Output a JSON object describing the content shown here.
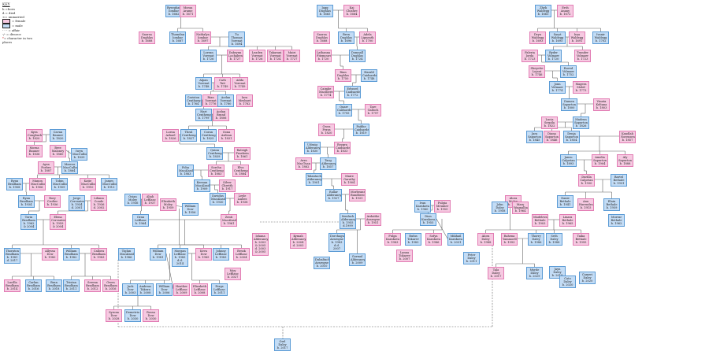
{
  "key": {
    "title": "KEY",
    "born": "b.=born",
    "died": "d.= died",
    "unmarried": "≈= unmarried",
    "female": "= female",
    "male": "= male",
    "affair": "- - - = affair",
    "divorce": "-/- = divorce",
    "two_places": "= character in two places",
    "female_color": "#f6c9e1",
    "male_color": "#c3dcf5"
  },
  "people": [
    {
      "id": "bysegham",
      "name": "Bysegham\nIombar",
      "dates": "b. 1662",
      "sex": "m"
    },
    {
      "id": "moraa",
      "name": "Moraa\nArame",
      "dates": "b. 1671",
      "sex": "f"
    },
    {
      "id": "saorsa",
      "name": "Saorsa\nDughlas",
      "dates": "b. 1688",
      "sex": "f"
    },
    {
      "id": "thomdan",
      "name": "Thomdan\nIombar",
      "dates": "b. 1687",
      "sex": "m"
    },
    {
      "id": "nathalya",
      "name": "Nathalya\nIombar",
      "dates": "b. 1697",
      "sex": "f"
    },
    {
      "id": "tuthomas",
      "name": "Tu Thomas\nVorenat",
      "dates": "b. 1694",
      "sex": "m"
    },
    {
      "id": "lorran",
      "name": "Lorran\nVorenat",
      "dates": "b. 1726",
      "sex": "m"
    },
    {
      "id": "dabrynn",
      "name": "Dabrynn\nLochaben",
      "dates": "b. 1727",
      "sex": "f"
    },
    {
      "id": "leaden",
      "name": "Leaden\nVorenat",
      "dates": "b. 1726",
      "sex": "f"
    },
    {
      "id": "takarani",
      "name": "Takarani\nVorenat",
      "dates": "b. 1724",
      "sex": "f"
    },
    {
      "id": "mairi",
      "name": "Mairi\nVorenat",
      "dates": "b. 1727",
      "sex": "f"
    },
    {
      "id": "alpan",
      "name": "Alpan\nVorenat",
      "dates": "b. 1748",
      "sex": "m"
    },
    {
      "id": "cath",
      "name": "Cath\nTait",
      "dates": "b. 1749",
      "sex": "f"
    },
    {
      "id": "ailda",
      "name": "Ailda\nVorenat",
      "dates": "b. 1749",
      "sex": "f"
    },
    {
      "id": "cariston",
      "name": "Cariston\nCenthaeg",
      "dates": "b. 1764",
      "sex": "m"
    },
    {
      "id": "rian",
      "name": "Rian\nVorenat",
      "dates": "b. 1776",
      "sex": "f"
    },
    {
      "id": "aodan",
      "name": "Aodan\nVorenat",
      "dates": "b. 1780",
      "sex": "m"
    },
    {
      "id": "iara",
      "name": "Iara\nMeshnet",
      "dates": "b. 1782",
      "sex": "f"
    },
    {
      "id": "hart",
      "name": "Hart\nCentheng",
      "dates": "b. 1799",
      "sex": "m"
    },
    {
      "id": "aodan2",
      "name": "Aodan\nBrand",
      "dates": "b. 1806",
      "sex": "f"
    },
    {
      "id": "lorna",
      "name": "Lorna\nArbael",
      "dates": "b. 1826",
      "sex": "f"
    },
    {
      "id": "thral",
      "name": "Thral\nCentheng",
      "dates": "b. 1827",
      "sex": "m"
    },
    {
      "id": "coran",
      "name": "Coran\nCentheng",
      "dates": "b. 1825",
      "sex": "m"
    },
    {
      "id": "oona",
      "name": "Oona\nAirlean",
      "dates": "b. 1831",
      "sex": "f"
    },
    {
      "id": "quinn",
      "name": "Quinn\nCentheng",
      "dates": "b. 1839",
      "sex": "m"
    },
    {
      "id": "raleigh",
      "name": "Raleigh\nFraebein",
      "dates": "b. 1861",
      "sex": "f"
    },
    {
      "id": "fohn",
      "name": "Fohn\nMacAlasdair",
      "dates": "b. 1883",
      "sex": "m"
    },
    {
      "id": "sorcha",
      "name": "Sorcha\nCentheng",
      "dates": "b. 1883",
      "sex": "f"
    },
    {
      "id": "elva",
      "name": "Elva\nCentheng",
      "dates": "b. 1884",
      "sex": "f"
    },
    {
      "id": "keenan",
      "name": "Keenan\nMacAlasdair",
      "dates": "b. 1909",
      "sex": "m"
    },
    {
      "id": "silver",
      "name": "Silver\nChretth",
      "dates": "b. 1917",
      "sex": "f"
    },
    {
      "id": "davidus",
      "name": "Davidus\nMacAlasdair",
      "dates": "b. 1930",
      "sex": "m"
    },
    {
      "id": "leyle",
      "name": "Leyle\nLiabes",
      "dates": "b. 1938",
      "sex": "f"
    },
    {
      "id": "zenti",
      "name": "Zenti\nMacAlasdair",
      "dates": "b. 1961",
      "sex": "f"
    },
    {
      "id": "william1",
      "name": "William\nDow",
      "dates": "b. 1956",
      "sex": "m"
    },
    {
      "id": "elizabeth1",
      "name": "Elizabeth\nMoley",
      "dates": "b. 1959",
      "sex": "f"
    },
    {
      "id": "osian",
      "name": "Osian\nMoley",
      "dates": "b. 1936",
      "sex": "m"
    },
    {
      "id": "aliah",
      "name": "Aliah\nLeBlanc",
      "dates": "b. 1937",
      "sex": "f"
    },
    {
      "id": "oran",
      "name": "Oran\nLeBlanc",
      "dates": "b. 1964",
      "sex": "m"
    },
    {
      "id": "jagg",
      "name": "Jagg\nDughlas",
      "dates": "b. 1665",
      "sex": "m"
    },
    {
      "id": "kaj",
      "name": "Kaj\nChishre",
      "dates": "b. 1664",
      "sex": "f"
    },
    {
      "id": "saorsa2",
      "name": "Saorsa\nDughlas",
      "dates": "b. 1688",
      "sex": "f"
    },
    {
      "id": "bren",
      "name": "Bren\nDughlas",
      "dates": "b. 1696",
      "sex": "m"
    },
    {
      "id": "adela",
      "name": "Adela\nLipneath",
      "dates": "b. 1700",
      "sex": "f"
    },
    {
      "id": "lathanna",
      "name": "Lathanna\nFitzmourdan",
      "dates": "b. 1720",
      "sex": "f"
    },
    {
      "id": "domnall",
      "name": "Domnall\nDughlas",
      "dates": "b. 1724",
      "sex": "m"
    },
    {
      "id": "rian2",
      "name": "Rian\nDughlas",
      "dates": "b. 1750",
      "sex": "f"
    },
    {
      "id": "harald",
      "name": "Harald\nCaidsardean",
      "dates": "b. 1748",
      "sex": "m"
    },
    {
      "id": "caimbe",
      "name": "Caimbe\nMacIllerera",
      "dates": "b. 1774",
      "sex": "f"
    },
    {
      "id": "edward",
      "name": "Edward\nCaidsardean",
      "dates": "b. 1772",
      "sex": "m"
    },
    {
      "id": "quarr",
      "name": "Quarr\nCaidsardean",
      "dates": "b. 1795",
      "sex": "m"
    },
    {
      "id": "tare",
      "name": "Tare\nGalloch",
      "dates": "b. 1797",
      "sex": "f"
    },
    {
      "id": "cwea",
      "name": "Cwea\nFeras",
      "dates": "b. 1820",
      "sex": "f"
    },
    {
      "id": "faibhe",
      "name": "Faibhe\nCaidsardean",
      "dates": "b. 1819",
      "sex": "m"
    },
    {
      "id": "udraig",
      "name": "Udraig\nAlderaney",
      "dates": "b. 1830",
      "sex": "m"
    },
    {
      "id": "rezgra",
      "name": "Rezgra\nCaidsardean",
      "dates": "b. 1833",
      "sex": "f"
    },
    {
      "id": "avra",
      "name": "Avra\nMacTuan",
      "dates": "b. 1882",
      "sex": "f"
    },
    {
      "id": "taog",
      "name": "Taog\nAlderaney",
      "dates": "b. 1857",
      "sex": "m"
    },
    {
      "id": "talantach",
      "name": "Talantach\nAlderaney",
      "dates": "b. 1901",
      "sex": "m"
    },
    {
      "id": "maire",
      "name": "Maire\nGarathy",
      "dates": "b. 1904",
      "sex": "f"
    },
    {
      "id": "eallar",
      "name": "Eallar\nAlderaney",
      "dates": "b. 1927",
      "sex": "m"
    },
    {
      "id": "morbeann",
      "name": "Morbeann\nBundbeech",
      "dates": "b. 1931",
      "sex": "f"
    },
    {
      "id": "ivan",
      "name": "Ivan\nKarakova",
      "dates": "b. 1960",
      "sex": "m"
    },
    {
      "id": "fulgia",
      "name": "Fulgia\nMeunier",
      "dates": "b. 1955",
      "sex": "f"
    },
    {
      "id": "semlach",
      "name": "Semlach\nAlderaney",
      "dates": "b. 1955\nd.1999",
      "sex": "m"
    },
    {
      "id": "ardaithe",
      "name": "Ardaithe\nAvarnyne",
      "dates": "b. 1951",
      "sex": "f"
    },
    {
      "id": "dion",
      "name": "Dion\nKarakova",
      "dates": "b. 1955",
      "sex": "m"
    },
    {
      "id": "izhana",
      "name": "Izhana\nAlderaney",
      "dates": "b. 2003 & 2005\nd. 2003 & 2005",
      "sex": "f"
    },
    {
      "id": "kymah",
      "name": "Kymah\nAlderaney",
      "dates": "b. 2004\nd. 2003",
      "sex": "f"
    },
    {
      "id": "dorchague",
      "name": "Dorchague\nAvarnyne",
      "dates": "b. 1983\nd.d. 2007",
      "sex": "m"
    },
    {
      "id": "dubaltach",
      "name": "Dubaltach\nAvarnyne",
      "dates": "b. 2010",
      "sex": "m"
    },
    {
      "id": "gormal",
      "name": "Gormal\nAlderaney",
      "dates": "b. 2009",
      "sex": "m"
    },
    {
      "id": "fulga",
      "name": "Fulga\nKarakova",
      "dates": "b. 1983",
      "sex": "f"
    },
    {
      "id": "rufus",
      "name": "Rufus\nTokarev",
      "dates": "b. 1983",
      "sex": "m"
    },
    {
      "id": "lanna",
      "name": "Lanna\nTokarev",
      "dates": "b. 2007",
      "sex": "f"
    },
    {
      "id": "sofya",
      "name": "Sofya\nKarakova",
      "dates": "b. 1986",
      "sex": "f"
    },
    {
      "id": "mikhail",
      "name": "Mikhail\nKarakova",
      "dates": "b. 2031",
      "sex": "m"
    },
    {
      "id": "zhyk",
      "name": "Zhyk\nWaldegg",
      "dates": "b. 1663",
      "sex": "m"
    },
    {
      "id": "ersh",
      "name": "Ersh\nAnany",
      "dates": "b. 1672",
      "sex": "f"
    },
    {
      "id": "dryn",
      "name": "Dryn\nWaldegg",
      "dates": "b. 1693",
      "sex": "f"
    },
    {
      "id": "saryt",
      "name": "Saryt\nWaldegg",
      "dates": "b. 1695",
      "sex": "m"
    },
    {
      "id": "irya",
      "name": "Irya\nWaldegg",
      "dates": "b. 1691",
      "sex": "f"
    },
    {
      "id": "ivanir",
      "name": "Ivanir\nWaldegg",
      "dates": "b. 1702",
      "sex": "m"
    },
    {
      "id": "faleria",
      "name": "Faleria\nJorda",
      "dates": "b. 1723",
      "sex": "f"
    },
    {
      "id": "ryder",
      "name": "Ryder\nVolmaer",
      "dates": "b. 1720",
      "sex": "m"
    },
    {
      "id": "trander",
      "name": "Trander\nVolmaer",
      "dates": "b. 1723",
      "sex": "f"
    },
    {
      "id": "sheyette",
      "name": "Sheyette\nLojeat",
      "dates": "b. 1746",
      "sex": "f"
    },
    {
      "id": "raved",
      "name": "Raved\nVolmaer",
      "dates": "b. 1752",
      "sex": "m"
    },
    {
      "id": "jonn",
      "name": "Jonn\nVolmaer",
      "dates": "b. 1774",
      "sex": "m"
    },
    {
      "id": "magera",
      "name": "Magera\nMobil",
      "dates": "b. 1773",
      "sex": "f"
    },
    {
      "id": "damen",
      "name": "Damen\nSapurton",
      "dates": "b. 1800",
      "sex": "m"
    },
    {
      "id": "vinnta",
      "name": "Vinnta\nKeltana",
      "dates": "b. 1803",
      "sex": "f"
    },
    {
      "id": "lucia",
      "name": "Lucia\nSerpila",
      "dates": "b. 1822",
      "sex": "f"
    },
    {
      "id": "madrun",
      "name": "Madrun\nSapurton",
      "dates": "b. 1826",
      "sex": "m"
    },
    {
      "id": "jara",
      "name": "Jara\nSapurton",
      "dates": "b. 1845",
      "sex": "m"
    },
    {
      "id": "diana",
      "name": "Diana\nSapurton",
      "dates": "b. 1846",
      "sex": "f"
    },
    {
      "id": "denja",
      "name": "Denja\nSapurton",
      "dates": "b. 1854",
      "sex": "m"
    },
    {
      "id": "kandlah",
      "name": "Kandlah\nNorensen",
      "dates": "b. 1857",
      "sex": "f"
    },
    {
      "id": "jansu",
      "name": "Jansu\nCalpetan",
      "dates": "b. 1893",
      "sex": "m"
    },
    {
      "id": "amelia",
      "name": "Amelia\nSapurton",
      "dates": "b. 1904",
      "sex": "f"
    },
    {
      "id": "aly",
      "name": "Aly\nSapurton",
      "dates": "b. 1888",
      "sex": "f"
    },
    {
      "id": "durilla",
      "name": "Durilla\nCalpetan",
      "dates": "b. 1930",
      "sex": "f"
    },
    {
      "id": "bartel",
      "name": "Bartel\nBethale",
      "dates": "b. 1931",
      "sex": "m"
    },
    {
      "id": "alora",
      "name": "Alora\nMolan",
      "dates": "b. 1961",
      "sex": "f"
    },
    {
      "id": "danie",
      "name": "Danie\nBethale",
      "dates": "b. 1941",
      "sex": "m"
    },
    {
      "id": "john",
      "name": "John\nDaley",
      "dates": "b. 1958",
      "sex": "m"
    },
    {
      "id": "mary",
      "name": "Mary\nWagnalha",
      "dates": "b. 1964",
      "sex": "f"
    },
    {
      "id": "ana",
      "name": "Ana\nHarendra",
      "dates": "b. 1915",
      "sex": "f"
    },
    {
      "id": "elain",
      "name": "Elain\nBethale",
      "dates": "b. 1959",
      "sex": "m"
    },
    {
      "id": "madeleva",
      "name": "Madeleva\nBethale",
      "dates": "b. 1903",
      "sex": "f"
    },
    {
      "id": "linara",
      "name": "Linara\nBethale",
      "dates": "b. 1965",
      "sex": "f"
    },
    {
      "id": "morrar",
      "name": "Morrar\nBethale",
      "dates": "b. 1962",
      "sex": "m"
    },
    {
      "id": "alora2",
      "name": "Alora\nDaley",
      "dates": "b. 1988",
      "sex": "f"
    },
    {
      "id": "rahena",
      "name": "Rahena\nYammorth",
      "dates": "b. 1993",
      "sex": "f"
    },
    {
      "id": "thorry",
      "name": "Thorry\nDaley",
      "dates": "b. 1986",
      "sex": "m"
    },
    {
      "id": "seth",
      "name": "Seth\nDaley",
      "dates": "b. 1988",
      "sex": "m"
    },
    {
      "id": "taika",
      "name": "Taika\nBethale",
      "dates": "b. 1995",
      "sex": "f"
    },
    {
      "id": "peter",
      "name": "Peter\nDaley",
      "dates": "b. 2011",
      "sex": "m"
    },
    {
      "id": "tala",
      "name": "Tala\nDaley",
      "dates": "b. 2017",
      "sex": "f"
    },
    {
      "id": "myrde",
      "name": "Myrde\nDaley",
      "dates": "b. 2029",
      "sex": "m"
    },
    {
      "id": "jayn",
      "name": "Jayn\nDaley",
      "dates": "b. 2018",
      "sex": "m"
    },
    {
      "id": "cato",
      "name": "Cato\nDaley",
      "dates": "b. 2020",
      "sex": "m"
    },
    {
      "id": "cameri",
      "name": "Cameri\nDaley",
      "dates": "b. 2020",
      "sex": "m"
    },
    {
      "id": "kyra",
      "name": "Kyra\nCongbach",
      "dates": "b. 1820",
      "sex": "f"
    },
    {
      "id": "cavan",
      "name": "Cavan\nBauner",
      "dates": "b. 1820",
      "sex": "m"
    },
    {
      "id": "morna",
      "name": "Morna\nBauner",
      "dates": "b. 1836",
      "sex": "f"
    },
    {
      "id": "bree",
      "name": "Bree\nMaloney",
      "dates": "b. 1860",
      "sex": "f"
    },
    {
      "id": "iwyn",
      "name": "Iwyn\nMacCulloch",
      "dates": "b. 1839",
      "sex": "m"
    },
    {
      "id": "ayza",
      "name": "Ayza\nForbes",
      "dates": "b. 1887",
      "sex": "f"
    },
    {
      "id": "marcus",
      "name": "Marcus\nMacCulloch",
      "dates": "b. 1864",
      "sex": "m"
    },
    {
      "id": "ryan",
      "name": "Ryan\nBradham",
      "dates": "b. 1908",
      "sex": "m"
    },
    {
      "id": "manon",
      "name": "Manon\nMacCulloch",
      "dates": "b. 1906",
      "sex": "f"
    },
    {
      "id": "tobin",
      "name": "Tobin\nMacCulloch",
      "dates": "b. 1909",
      "sex": "m"
    },
    {
      "id": "katie",
      "name": "Katie\nMacCulloch",
      "dates": "b. 1910",
      "sex": "f"
    },
    {
      "id": "james",
      "name": "James\nMacCulloch",
      "dates": "b. 1913",
      "sex": "m"
    },
    {
      "id": "ryan2",
      "name": "Ryan\nBradham",
      "dates": "b. 1934",
      "sex": "m"
    },
    {
      "id": "rory",
      "name": "Rory\nCrofter",
      "dates": "b. 1936",
      "sex": "f"
    },
    {
      "id": "jorge",
      "name": "Jorge\nCervantes",
      "dates": "b. 1934\nd. 2001",
      "sex": "m"
    },
    {
      "id": "liliana",
      "name": "Liliana\nConde",
      "dates": "b. 1936\nd. 2002",
      "sex": "f"
    },
    {
      "id": "torin",
      "name": "Torin\nBradham",
      "dates": "b. 1962 & 2004",
      "sex": "m"
    },
    {
      "id": "elena",
      "name": "Elena\nCervantes",
      "dates": "b. 1959 & 2004",
      "sex": "f"
    },
    {
      "id": "thornton",
      "name": "Thornton\nBradham",
      "dates": "b. 1981\nd. 2017",
      "sex": "m"
    },
    {
      "id": "allyssa",
      "name": "Allyssa\nDow",
      "dates": "b. 1980",
      "sex": "f"
    },
    {
      "id": "william2",
      "name": "William\nBradham",
      "dates": "b. 1982",
      "sex": "m"
    },
    {
      "id": "callora",
      "name": "Callora\nBradham",
      "dates": "b. 1983",
      "sex": "f"
    },
    {
      "id": "tiglan",
      "name": "Tiglan\nMacAlasdair",
      "dates": "b. 1986",
      "sex": "m"
    },
    {
      "id": "lucilla",
      "name": "Lucilla\nBradham",
      "dates": "b. 2014",
      "sex": "f"
    },
    {
      "id": "carlan",
      "name": "Carlan\nBradham",
      "dates": "b. 2016",
      "sex": "m"
    },
    {
      "id": "bran",
      "name": "Bran\nBradham",
      "dates": "b. 2018",
      "sex": "m"
    },
    {
      "id": "tristan",
      "name": "Tristan\nBradham",
      "dates": "b. 2011",
      "sex": "m"
    },
    {
      "id": "serena",
      "name": "Serena\nBradham",
      "dates": "b. 2012",
      "sex": "f"
    },
    {
      "id": "gwen",
      "name": "Gwen\nBradham",
      "dates": "b. 2016",
      "sex": "f"
    },
    {
      "id": "william3",
      "name": "William\nDow",
      "dates": "b. 1981",
      "sex": "m"
    },
    {
      "id": "morgan",
      "name": "Morgan\nLeBlanc",
      "dates": "b. 1985\nd.d. 2014",
      "sex": "m"
    },
    {
      "id": "keva",
      "name": "Keva\nDow",
      "dates": "b. 1985",
      "sex": "f"
    },
    {
      "id": "johnny",
      "name": "Johnny\nLeBlanc",
      "dates": "b. 1983",
      "sex": "m"
    },
    {
      "id": "bessk",
      "name": "Bessk\nLeBlanc",
      "dates": "b. 2004",
      "sex": "f"
    },
    {
      "id": "moy",
      "name": "Moy\nLeBlanc",
      "dates": "b. 2027",
      "sex": "f"
    },
    {
      "id": "jack",
      "name": "Jack\nDow",
      "dates": "b. 2003",
      "sex": "m"
    },
    {
      "id": "andreas",
      "name": "Andreas\nTakera",
      "dates": "b. 2008",
      "sex": "m"
    },
    {
      "id": "william4",
      "name": "William\nDow",
      "dates": "b. 2006",
      "sex": "m"
    },
    {
      "id": "heather",
      "name": "Heather\nLeBlanc",
      "dates": "b. 2009",
      "sex": "f"
    },
    {
      "id": "elizabeth2",
      "name": "Elizabeth\nLeBlanc",
      "dates": "b. 2008",
      "sex": "f"
    },
    {
      "id": "fergs",
      "name": "Fergs\nLeBlanc",
      "dates": "b. 2011",
      "sex": "m"
    },
    {
      "id": "syrona",
      "name": "Syrona\nDow",
      "dates": "b. 2028",
      "sex": "f"
    },
    {
      "id": "demetrio",
      "name": "Demetrio\nDow",
      "dates": "b. 2030",
      "sex": "m"
    },
    {
      "id": "rossa",
      "name": "Rossa\nDow",
      "dates": "b. 2030",
      "sex": "f"
    },
    {
      "id": "orel",
      "name": "Orel\nDaley",
      "dates": "b. 2017",
      "sex": "m"
    }
  ]
}
